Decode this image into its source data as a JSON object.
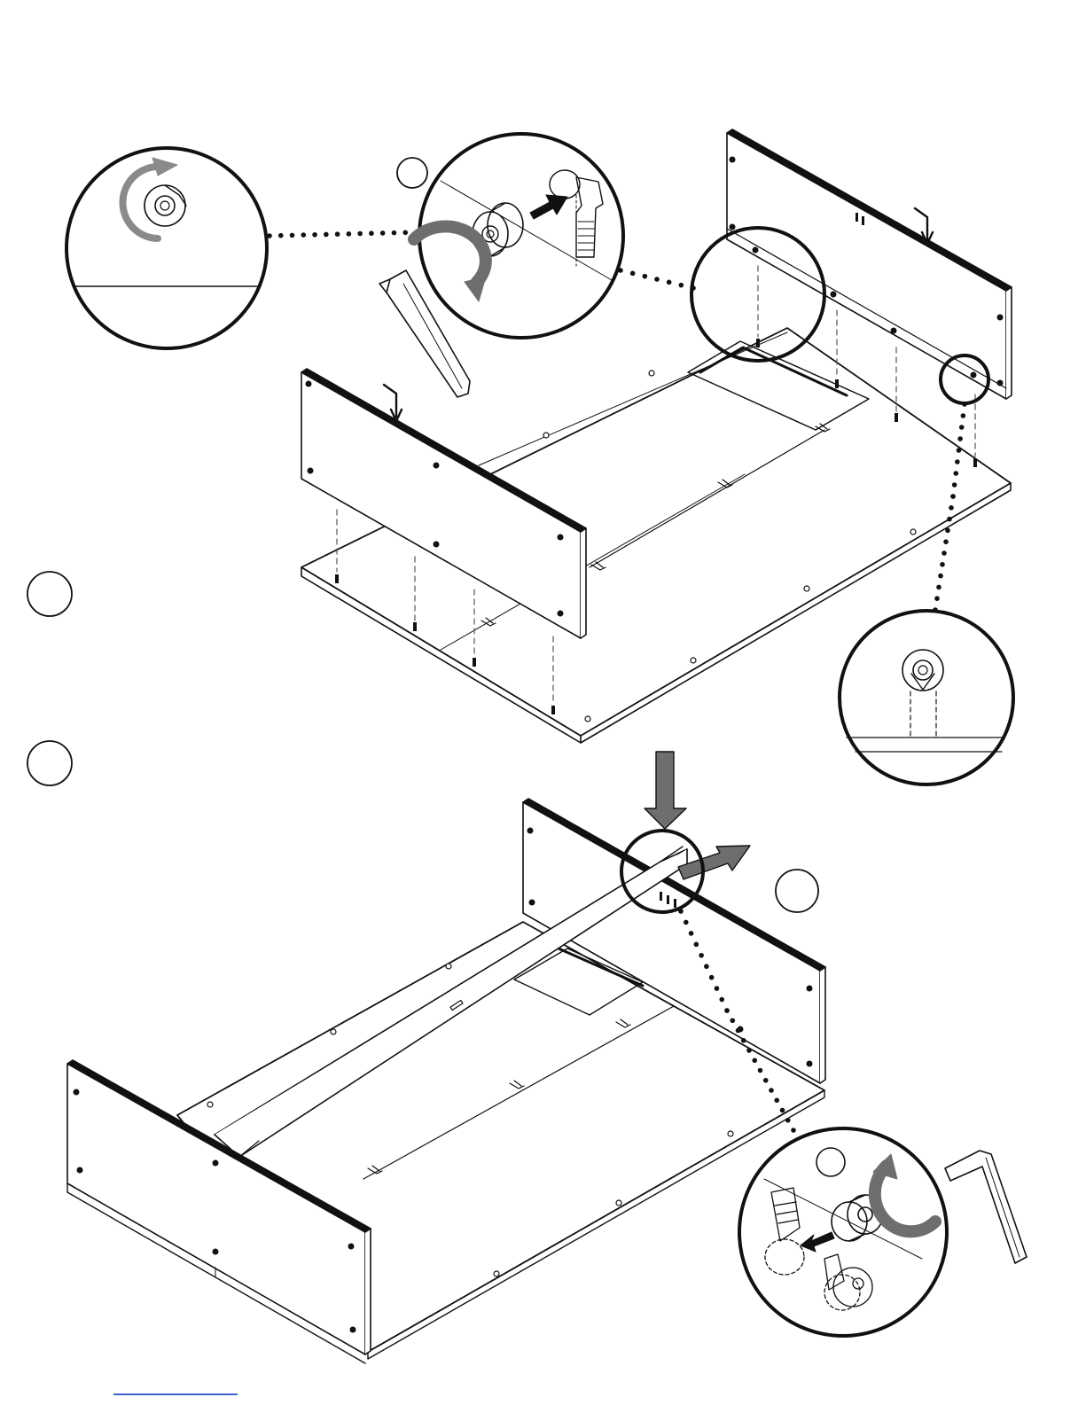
{
  "colors": {
    "ink": "#111111",
    "rotation_arrow_gray": "#8a8a8a",
    "push_arrow_gray": "#6e6e6e",
    "link_line": "#3b62c9",
    "paper": "#ffffff"
  },
  "icons": {
    "rotate_clockwise": "rotate-cw-icon",
    "rotate_counter": "rotate-ccw-icon",
    "hex_key": "allen-key-icon",
    "cam_lock": "cam-lock-icon",
    "push_down": "arrow-down-icon",
    "slide": "arrow-right-icon"
  },
  "steps": [
    {
      "id": "upper-step",
      "callout_circle": "blank"
    },
    {
      "id": "lower-step",
      "callout_circle": "blank"
    }
  ]
}
